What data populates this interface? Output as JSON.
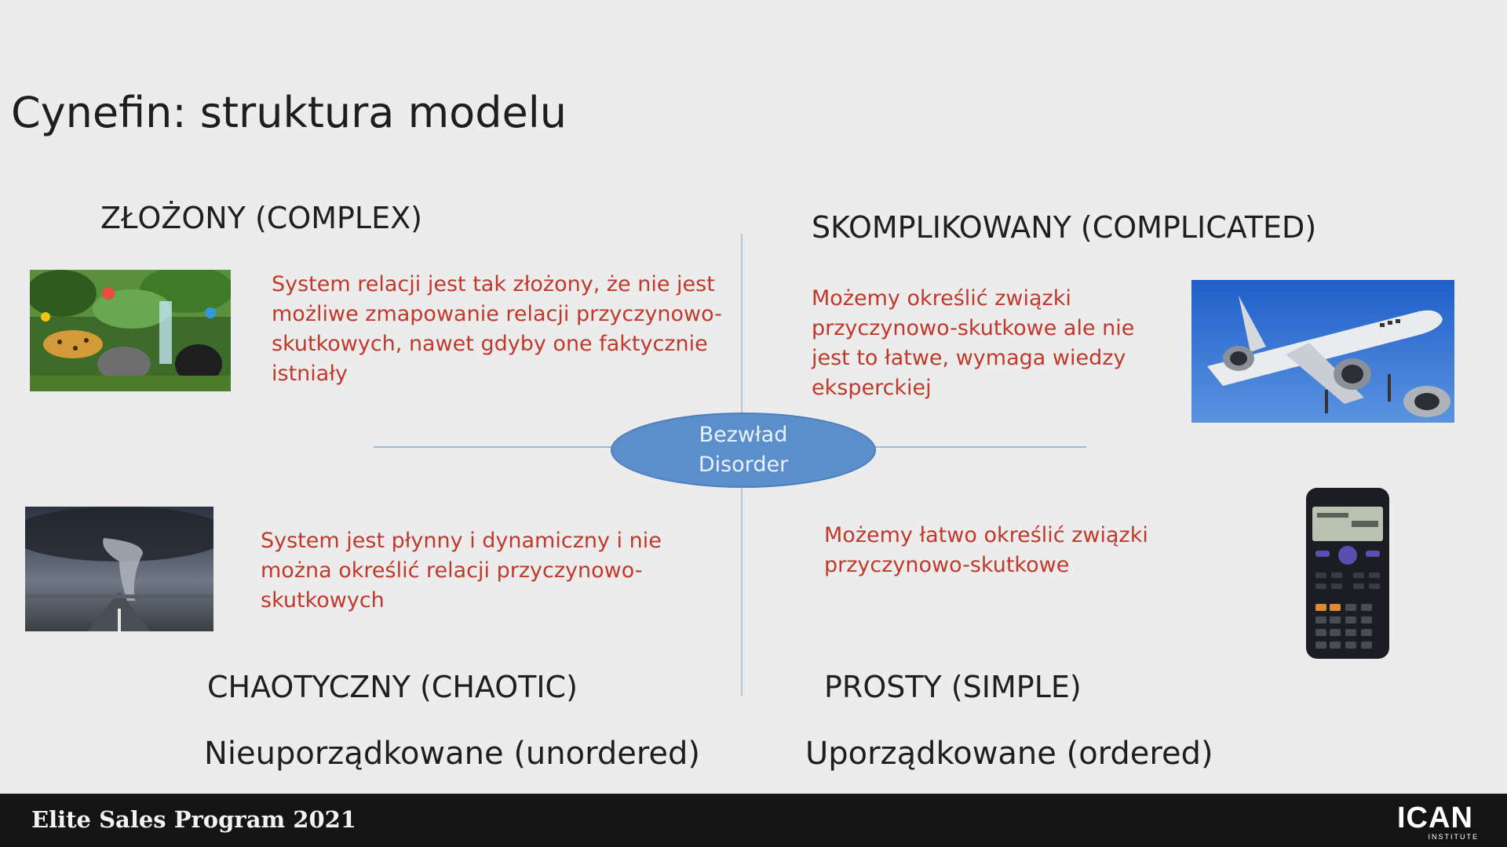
{
  "title": "Cynefin: struktura modelu",
  "quadrants": {
    "complex": {
      "heading": "ZŁOŻONY (COMPLEX)",
      "lines": [
        "System relacji jest tak złożony, że nie jest",
        "możliwe zmapowanie relacji przyczynowo-",
        "skutkowych, nawet gdyby one faktycznie",
        "istniały"
      ],
      "image": "jungle-animals-illustration"
    },
    "complicated": {
      "heading": "SKOMPLIKOWANY (COMPLICATED)",
      "lines": [
        "Możemy określić związki",
        "przyczynowo-skutkowe ale nie",
        "jest to łatwe, wymaga wiedzy",
        "eksperckiej"
      ],
      "image": "airplane-photo"
    },
    "chaotic": {
      "heading": "CHAOTYCZNY (CHAOTIC)",
      "lines": [
        "System jest płynny i dynamiczny i nie",
        "można określić relacji przyczynowo-",
        "skutkowych"
      ],
      "image": "tornado-photo"
    },
    "simple": {
      "heading": "PROSTY (SIMPLE)",
      "lines": [
        "Możemy łatwo określić związki",
        "przyczynowo-skutkowe"
      ],
      "image": "calculator-photo"
    }
  },
  "center": {
    "line1": "Bezwład",
    "line2": "Disorder"
  },
  "bottom": {
    "left": "Nieuporządkowane (unordered)",
    "right": "Uporządkowane (ordered)"
  },
  "footer": {
    "program": "Elite Sales Program 2021",
    "logo_main": "ICAN",
    "logo_sub": "INSTITUTE"
  },
  "colors": {
    "background": "#ececec",
    "text_red": "#c0392b",
    "ellipse": "#5b8fcb",
    "footer": "#141414"
  }
}
